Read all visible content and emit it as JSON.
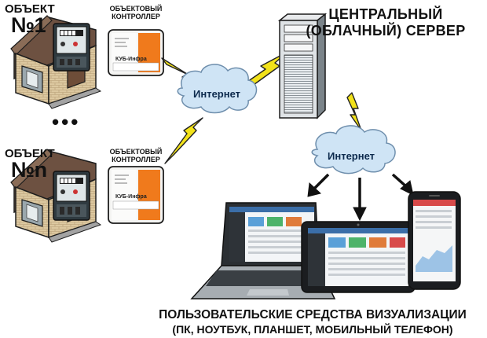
{
  "objects": [
    {
      "title": "ОБЪЕКТ",
      "number": "№1"
    },
    {
      "title": "ОБЪЕКТ",
      "number": "№n"
    }
  ],
  "ellipsis": "•••",
  "controller": {
    "title_line1": "ОБЪЕКТОВЫЙ",
    "title_line2": "КОНТРОЛЛЕР",
    "brand": "КУБ-Инфра"
  },
  "clouds": {
    "left": "Интернет",
    "right": "Интернет"
  },
  "server": {
    "title_line1": "ЦЕНТРАЛЬНЫЙ",
    "title_line2": "(ОБЛАЧНЫЙ) СЕРВЕР"
  },
  "users": {
    "title_line1": "ПОЛЬЗОВАТЕЛЬСКИЕ СРЕДСТВА ВИЗУАЛИЗАЦИИ",
    "title_line2": "(ПК, НОУТБУК, ПЛАНШЕТ, МОБИЛЬНЫЙ ТЕЛЕФОН)"
  },
  "colors": {
    "lightning": "#f2e21a",
    "cloud": "#cfe4f5",
    "cloud_stroke": "#6f8fad",
    "controller_accent": "#f07a1c",
    "meter_body": "#2f3a40",
    "house_brick": "#d8c29a",
    "roof": "#7c5f4b"
  }
}
